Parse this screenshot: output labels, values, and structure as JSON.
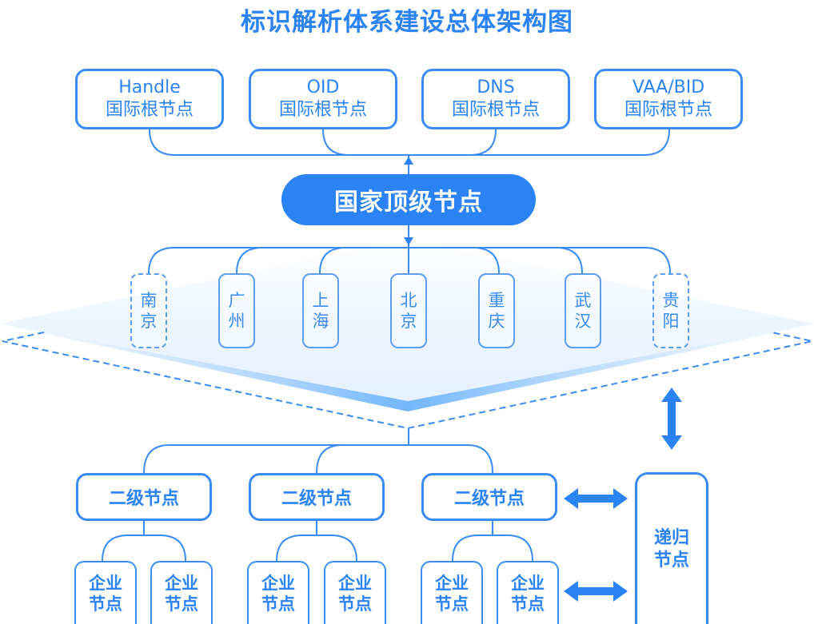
{
  "title": "标识解析体系建设总体架构图",
  "colors": {
    "primary": "#2b83f6",
    "line": "#3a8cf4",
    "plane_light": "#eaf4ff",
    "plane_edge": "#8cc4fb"
  },
  "root_nodes": [
    {
      "name": "Handle",
      "label": "国际根节点"
    },
    {
      "name": "OID",
      "label": "国际根节点"
    },
    {
      "name": "DNS",
      "label": "国际根节点"
    },
    {
      "name": "VAA/BID",
      "label": "国际根节点"
    }
  ],
  "national_node": {
    "label": "国家顶级节点"
  },
  "cities": [
    {
      "line1": "南",
      "line2": "京",
      "planned": true
    },
    {
      "line1": "广",
      "line2": "州",
      "planned": false
    },
    {
      "line1": "上",
      "line2": "海",
      "planned": false
    },
    {
      "line1": "北",
      "line2": "京",
      "planned": false
    },
    {
      "line1": "重",
      "line2": "庆",
      "planned": false
    },
    {
      "line1": "武",
      "line2": "汉",
      "planned": false
    },
    {
      "line1": "贵",
      "line2": "阳",
      "planned": true
    }
  ],
  "secondary_nodes": [
    {
      "label": "二级节点"
    },
    {
      "label": "二级节点"
    },
    {
      "label": "二级节点"
    }
  ],
  "enterprise_nodes": [
    {
      "line1": "企业",
      "line2": "节点"
    },
    {
      "line1": "企业",
      "line2": "节点"
    },
    {
      "line1": "企业",
      "line2": "节点"
    },
    {
      "line1": "企业",
      "line2": "节点"
    },
    {
      "line1": "企业",
      "line2": "节点"
    },
    {
      "line1": "企业",
      "line2": "节点"
    }
  ],
  "recursive_node": {
    "line1": "递归",
    "line2": "节点"
  }
}
